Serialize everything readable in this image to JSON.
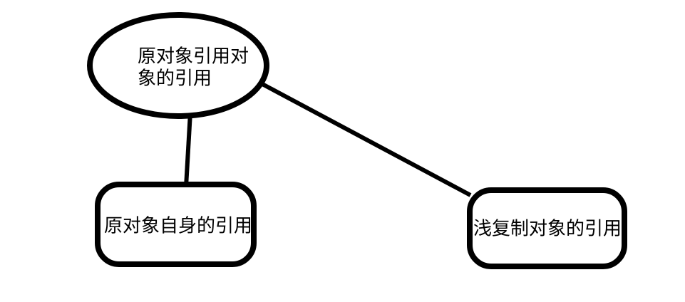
{
  "diagram": {
    "background_color": "#ffffff",
    "stroke_color": "#000000",
    "text_color": "#000000",
    "nodes": [
      {
        "id": "original-object-reference-to-object-reference",
        "shape": "ellipse",
        "lines": [
          "原对象引用对",
          "象的引用"
        ],
        "text": "原对象引用对象的引用"
      },
      {
        "id": "original-object-own-reference",
        "shape": "rounded-rect",
        "lines": [
          "原对象自身的引用"
        ],
        "text": "原对象自身的引用"
      },
      {
        "id": "shallow-copy-object-reference",
        "shape": "rounded-rect",
        "lines": [
          "浅复制对象的引用"
        ],
        "text": "浅复制对象的引用"
      }
    ],
    "edges": [
      {
        "id": "edge-ellipse-to-left-box",
        "from": "original-object-reference-to-object-reference",
        "to": "original-object-own-reference"
      },
      {
        "id": "edge-ellipse-to-right-box",
        "from": "original-object-reference-to-object-reference",
        "to": "shallow-copy-object-reference"
      }
    ]
  }
}
